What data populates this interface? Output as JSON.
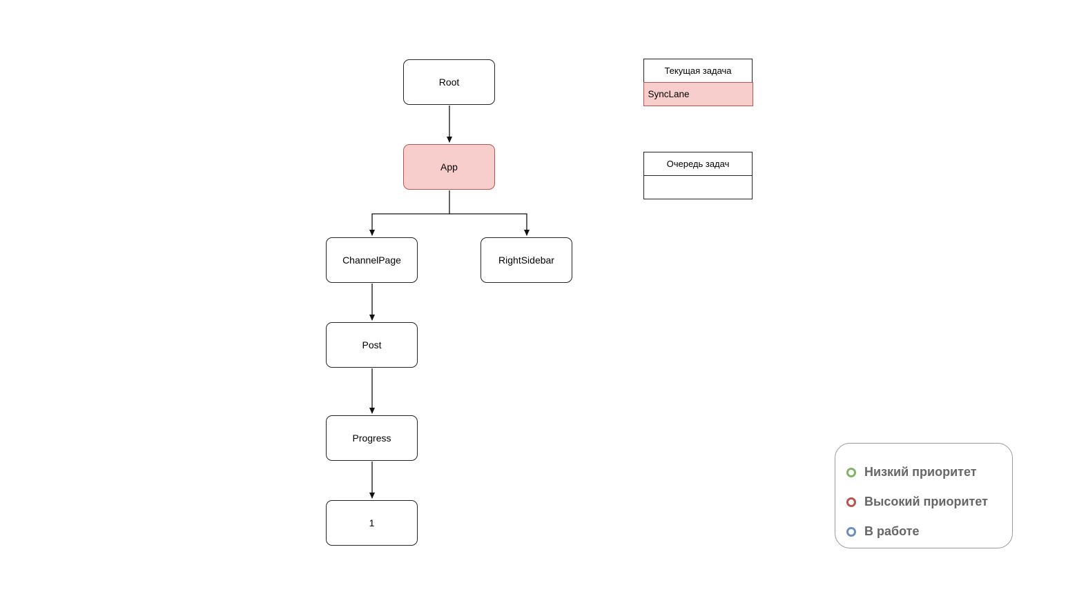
{
  "nodes": {
    "root": "Root",
    "app": "App",
    "channel_page": "ChannelPage",
    "right_sidebar": "RightSidebar",
    "post": "Post",
    "progress": "Progress",
    "one": "1"
  },
  "current_task": {
    "title": "Текущая задача",
    "value": "SyncLane"
  },
  "task_queue": {
    "title": "Очередь задач",
    "value": ""
  },
  "legend": {
    "items": [
      {
        "label": "Низкий приоритет",
        "color": "#82b366"
      },
      {
        "label": "Высокий приоритет",
        "color": "#b85450"
      },
      {
        "label": "В работе",
        "color": "#6c8ebf"
      }
    ]
  },
  "colors": {
    "active_fill": "#f8cecc",
    "active_stroke": "#b85450"
  }
}
